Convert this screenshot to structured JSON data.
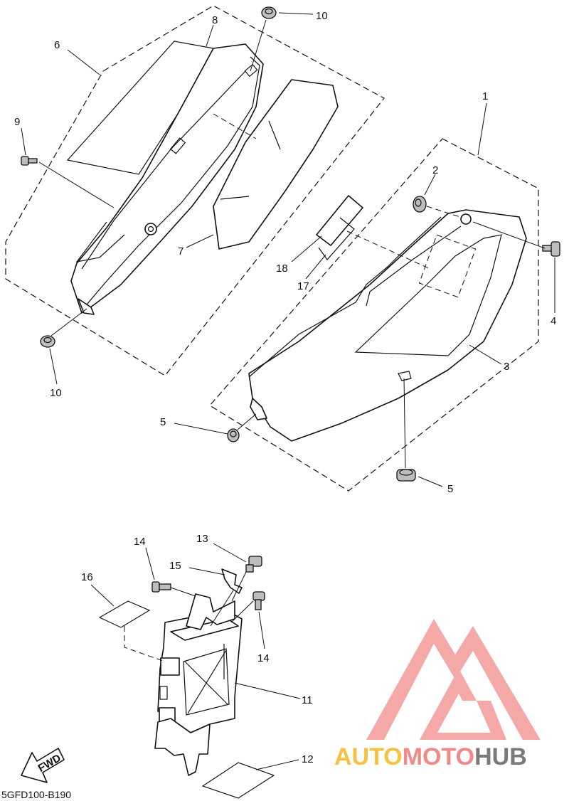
{
  "diagram_code": "5GFD100-B190",
  "fwd_label": "FWD",
  "watermark": {
    "part1": "AUTO",
    "part2": "MOTO",
    "part3": "HUB",
    "color1": "#f5c242",
    "color2": "#f08a8a",
    "color3": "#7a7a7a",
    "logo_color": "#f07070"
  },
  "callouts": [
    "1",
    "2",
    "3",
    "4",
    "5",
    "5",
    "6",
    "7",
    "8",
    "9",
    "10",
    "10",
    "11",
    "12",
    "13",
    "14",
    "14",
    "15",
    "16",
    "17",
    "18"
  ]
}
